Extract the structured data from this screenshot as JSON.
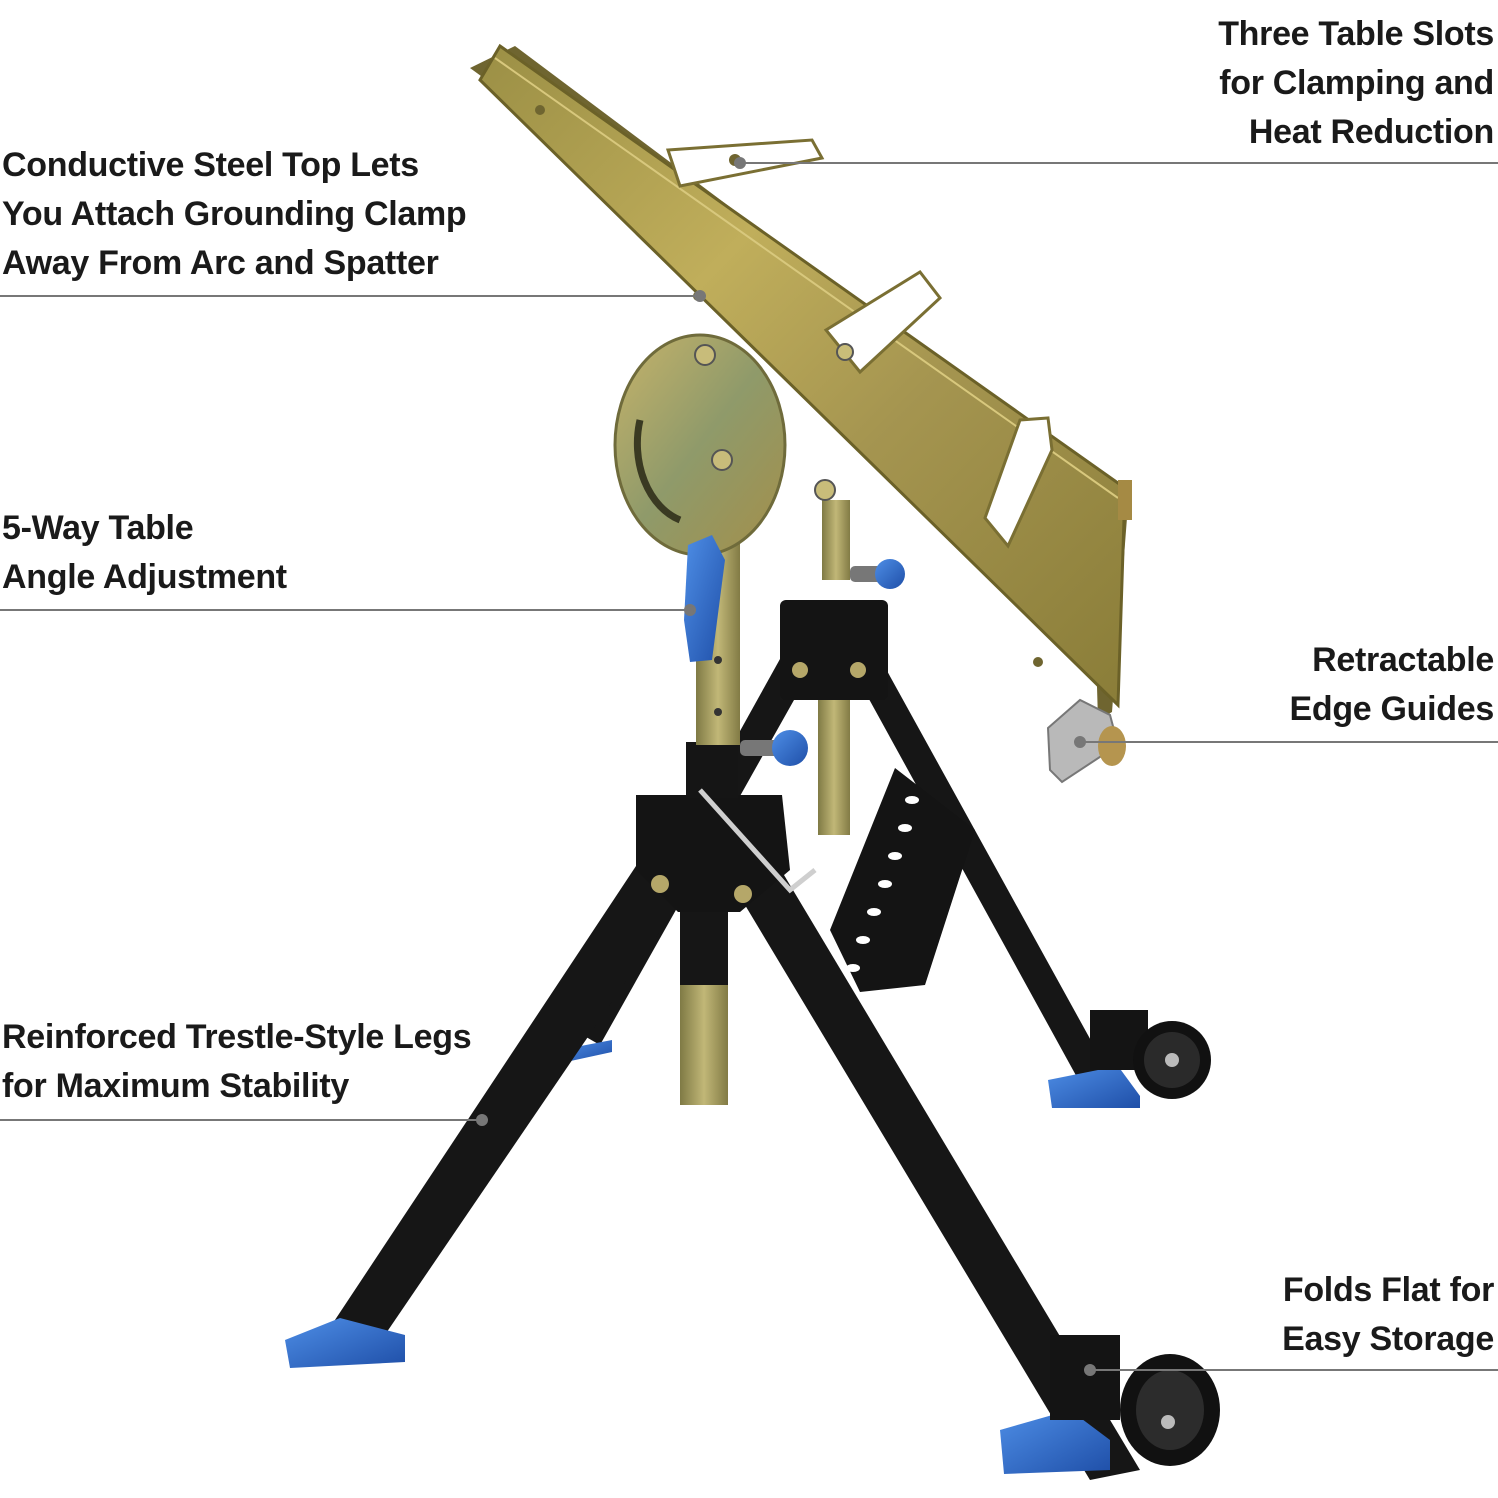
{
  "product": "tilting welding table on folding trestle stand",
  "colors": {
    "tabletop": "#b1a04f",
    "tabletop_dark": "#8f8236",
    "frame": "#161616",
    "accent_blue": "#2f6fd0",
    "zinc_post": "#a8a061",
    "leader_line": "#777777",
    "text": "#1a1a1a"
  },
  "callouts": {
    "steel_top": {
      "lines": [
        "Conductive Steel Top Lets",
        "You Attach Grounding Clamp",
        "Away From Arc and Spatter"
      ]
    },
    "table_slots": {
      "lines": [
        "Three Table Slots",
        "for Clamping and",
        "Heat Reduction"
      ]
    },
    "angle_adjust": {
      "lines": [
        "5-Way Table",
        "Angle Adjustment"
      ]
    },
    "edge_guides": {
      "lines": [
        "Retractable",
        "Edge Guides"
      ]
    },
    "legs": {
      "lines": [
        "Reinforced Trestle-Style Legs",
        "for Maximum Stability"
      ]
    },
    "folds_flat": {
      "lines": [
        "Folds Flat for",
        "Easy Storage"
      ]
    }
  }
}
